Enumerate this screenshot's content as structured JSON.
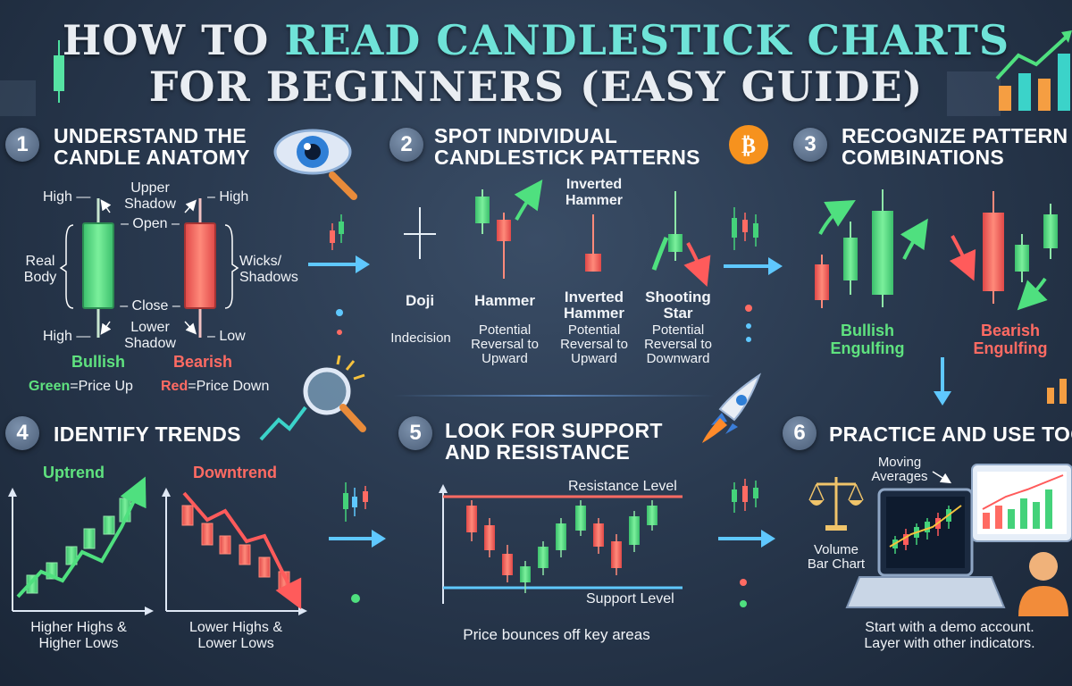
{
  "title": {
    "line1_pre": "HOW TO ",
    "line1_hl": "READ CANDLESTICK CHARTS",
    "line2": "FOR BEGINNERS (EASY GUIDE)"
  },
  "s1": {
    "num": "1",
    "title1": "UNDERSTAND THE",
    "title2": "CANDLE ANATOMY",
    "high_left": "High —",
    "upper1": "Upper",
    "upper2": "Shadow",
    "high_right": "– High",
    "open": "– Open –",
    "real1": "Real",
    "real2": "Body",
    "wicks1": "Wicks/",
    "wicks2": "Shadows",
    "close": "– Close –",
    "lower1": "Lower",
    "lower2": "Shadow",
    "high_bottom": "High —",
    "low": "– Low",
    "bullish": "Bullish",
    "bearish": "Bearish",
    "green_key": "Green",
    "green_val": "=Price Up",
    "red_key": "Red",
    "red_val": "=Price Down"
  },
  "s2": {
    "num": "2",
    "title1": "SPOT INDIVIDUAL",
    "title2": "CANDLESTICK PATTERNS",
    "inverted_top1": "Inverted",
    "inverted_top2": "Hammer",
    "doji": "Doji",
    "hammer": "Hammer",
    "inv1": "Inverted",
    "inv2": "Hammer",
    "shoot1": "Shooting",
    "shoot2": "Star",
    "doji_desc": "Indecision",
    "hammer_desc1": "Potential",
    "hammer_desc2": "Reversal to",
    "hammer_desc3": "Upward",
    "inv_desc1": "Potential",
    "inv_desc2": "Reversal to",
    "inv_desc3": "Upward",
    "shoot_desc1": "Potential",
    "shoot_desc2": "Reversal to",
    "shoot_desc3": "Downward"
  },
  "s3": {
    "num": "3",
    "title1": "RECOGNIZE PATTERN",
    "title2": "COMBINATIONS",
    "bull1": "Bullish",
    "bull2": "Engulfing",
    "bear1": "Bearish",
    "bear2": "Engulfing"
  },
  "s4": {
    "num": "4",
    "title": "IDENTIFY TRENDS",
    "uptrend": "Uptrend",
    "downtrend": "Downtrend",
    "up_desc1": "Higher Highs &",
    "up_desc2": "Higher Lows",
    "down_desc1": "Lower Highs &",
    "down_desc2": "Lower Lows"
  },
  "s5": {
    "num": "5",
    "title1": "LOOK FOR SUPPORT",
    "title2": "AND RESISTANCE",
    "resistance": "Resistance Level",
    "support": "Support Level",
    "caption": "Price bounces off key areas"
  },
  "s6": {
    "num": "6",
    "title": "PRACTICE AND USE TOOLS",
    "moving1": "Moving",
    "moving2": "Averages",
    "volume1": "Volume",
    "volume2": "Bar Chart",
    "caption1": "Start with a demo account.",
    "caption2": "Layer with other indicators."
  },
  "colors": {
    "bull": "#44d27a",
    "bear": "#ff5b5b",
    "accent": "#6fe3d8",
    "arrow": "#5fc8ff"
  },
  "icons": [
    "eye-magnifier-icon",
    "bitcoin-icon",
    "magnifier-icon",
    "rocket-icon",
    "scales-icon",
    "laptop-chart-icon",
    "user-icon"
  ]
}
